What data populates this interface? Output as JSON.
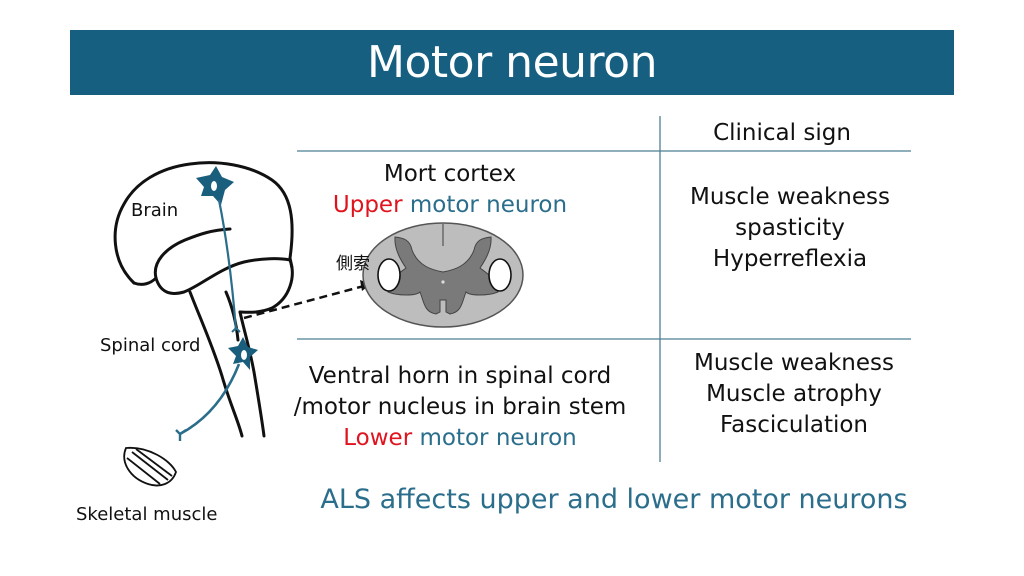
{
  "header": {
    "title": "Motor neuron"
  },
  "colors": {
    "title_bar": "#175f80",
    "accent_red": "#e0141e",
    "accent_teal": "#2b6e8c",
    "neuron": "#1a5e7e"
  },
  "diagram": {
    "labels": {
      "brain": "Brain",
      "spinal_cord": "Spinal cord",
      "skeletal_muscle": "Skeletal muscle",
      "lateral_funiculus": "側索"
    }
  },
  "table": {
    "header": {
      "clinical_sign": "Clinical sign"
    },
    "upper": {
      "location": "Mort cortex",
      "level_word": "Upper",
      "neuron_text": "motor neuron",
      "signs": [
        "Muscle weakness",
        "spasticity",
        "Hyperreflexia"
      ]
    },
    "lower": {
      "location_line1": "Ventral horn in spinal cord",
      "location_line2": "/motor nucleus in brain stem",
      "level_word": "Lower",
      "neuron_text": "motor neuron",
      "signs": [
        "Muscle weakness",
        "Muscle atrophy",
        "Fasciculation"
      ]
    }
  },
  "footer": {
    "note": "ALS affects upper and lower motor neurons"
  }
}
